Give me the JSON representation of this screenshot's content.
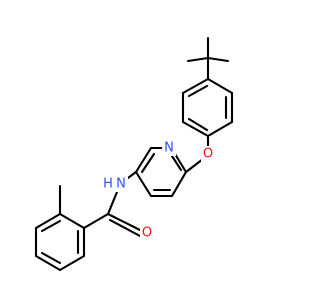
{
  "molecule": {
    "atoms": {
      "pyridine_n": "N",
      "ether_o": "O",
      "amide_n": "N",
      "amide_h": "H",
      "carbonyl_o": "O"
    },
    "colors": {
      "bond": "#000000",
      "nitrogen": "#3050F8",
      "oxygen": "#FF0D0D",
      "background": "#FFFFFF"
    }
  }
}
